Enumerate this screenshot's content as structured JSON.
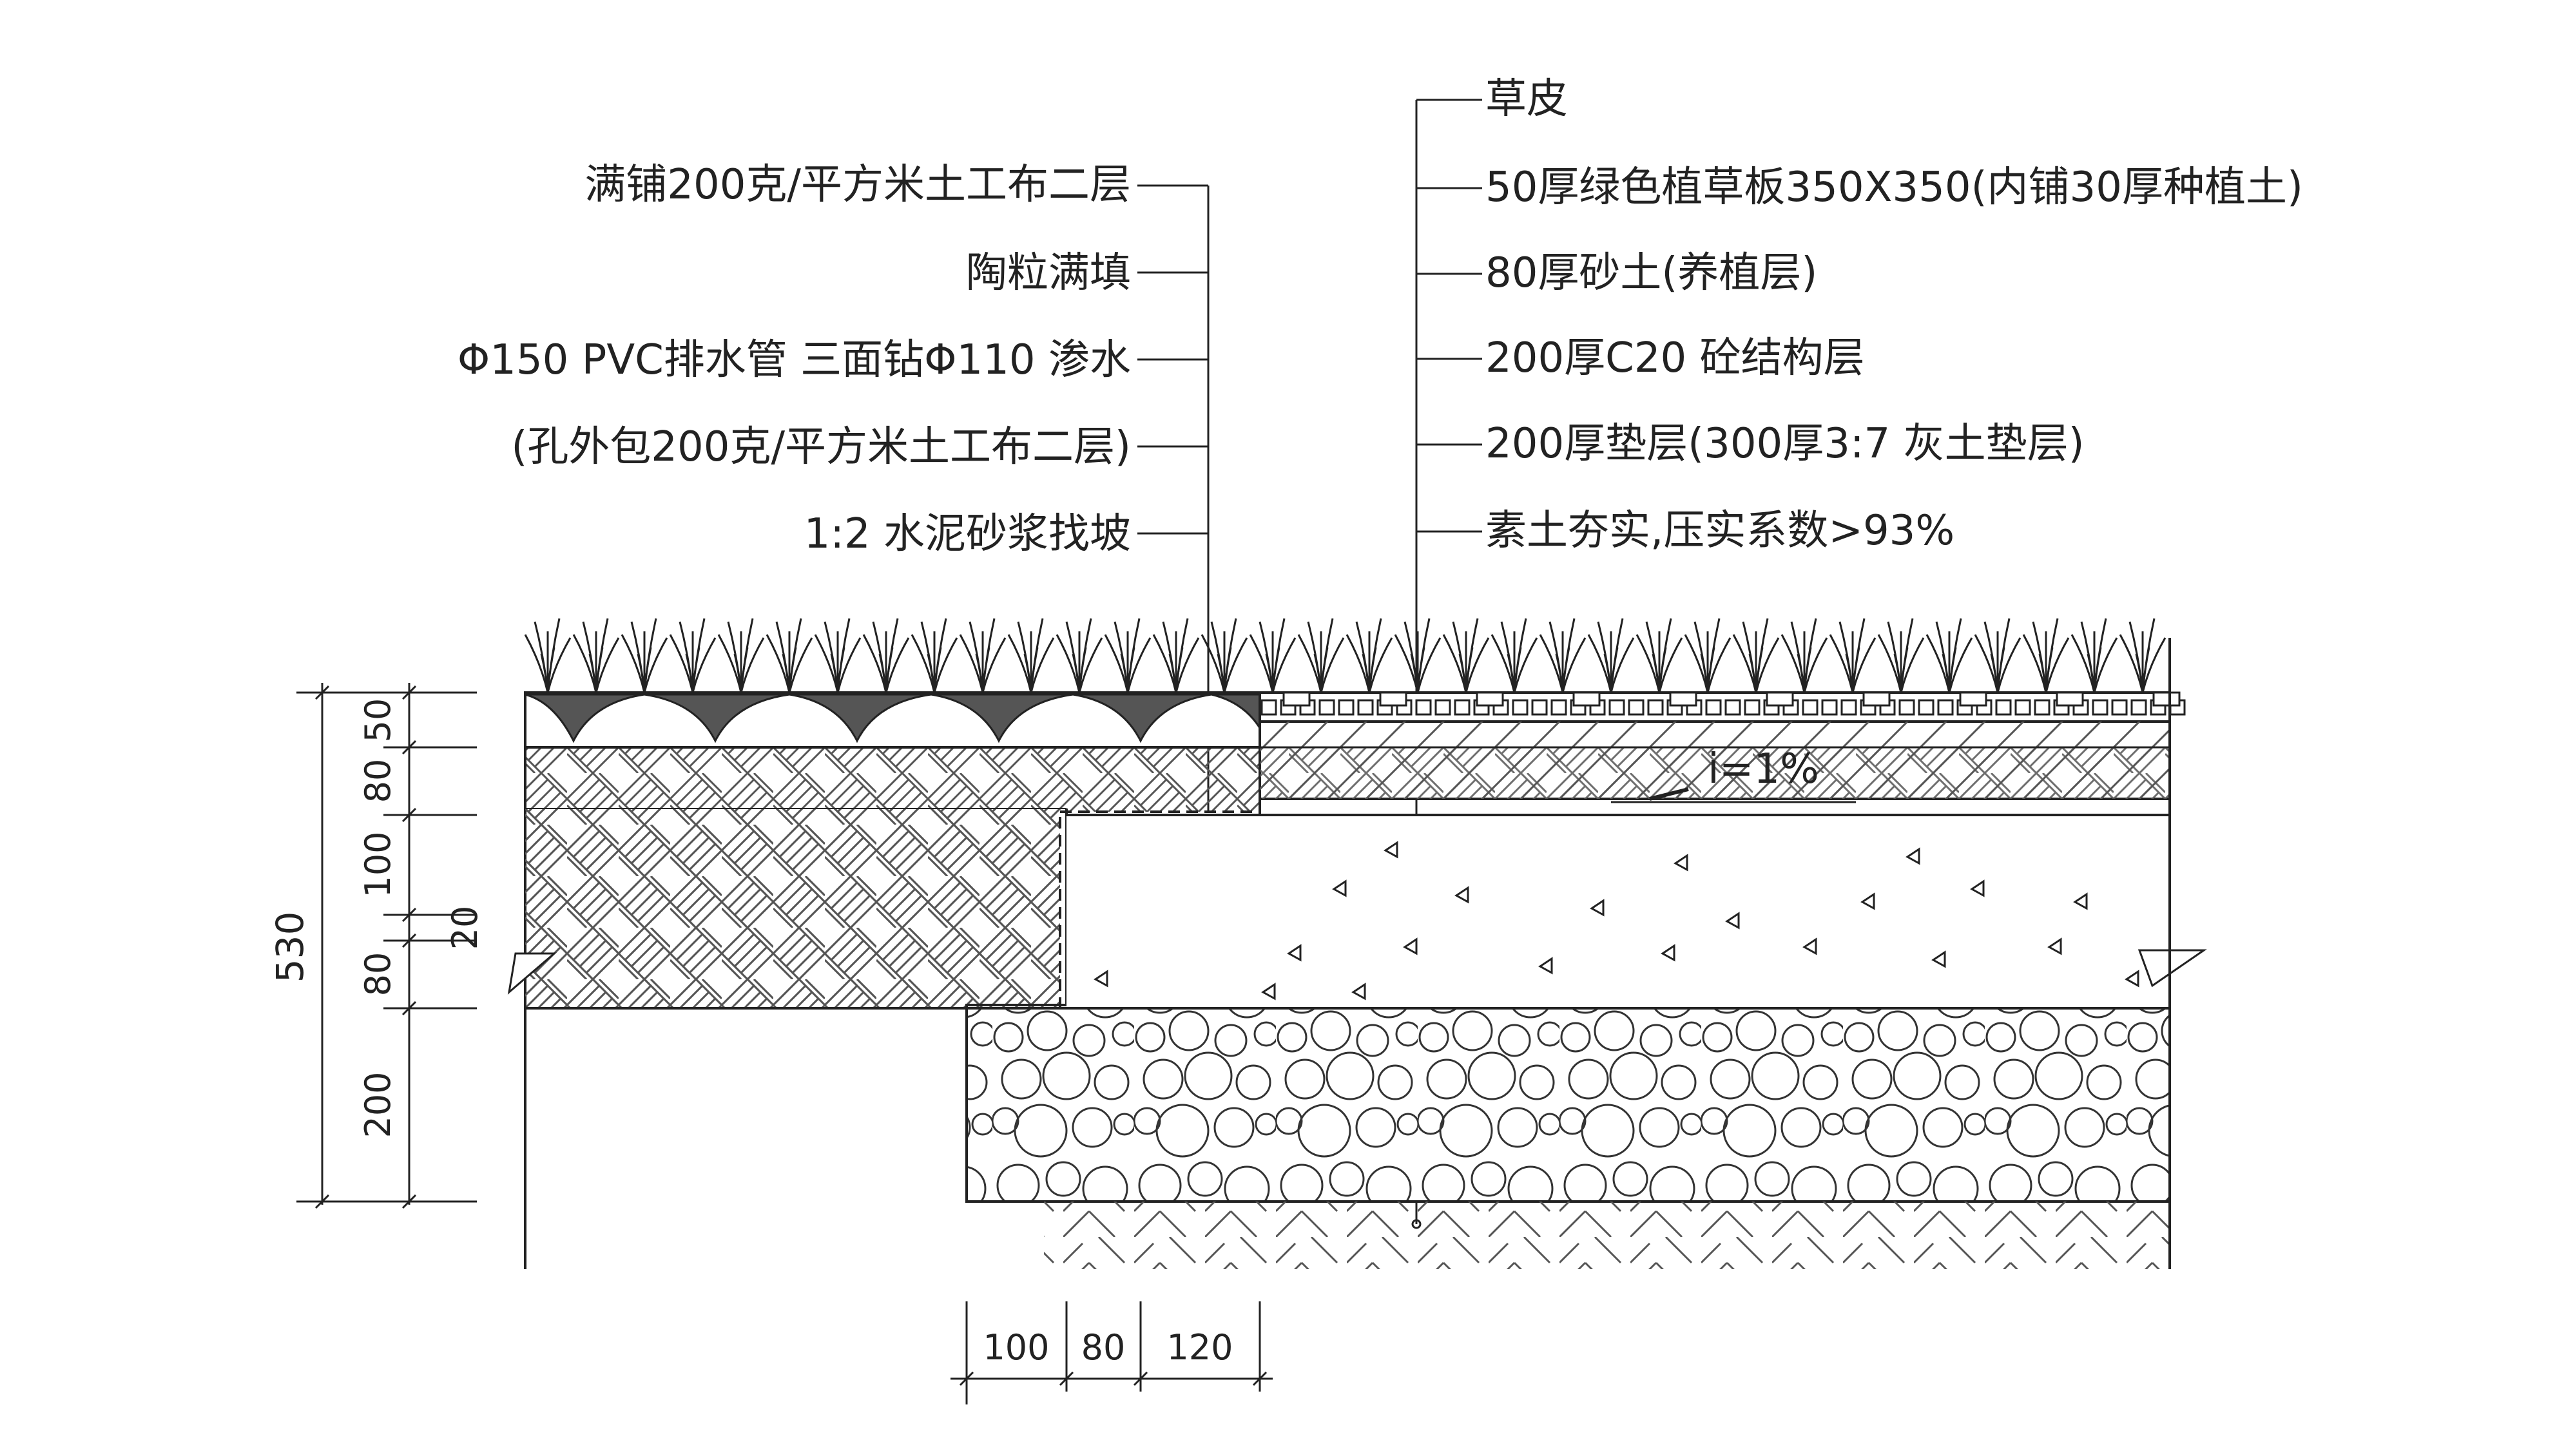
{
  "labels_left": [
    "满铺200克/平方米土工布二层",
    "陶粒满填",
    "Φ150 PVC排水管  三面钻Φ110 渗水",
    "(孔外包200克/平方米土工布二层)",
    "1:2 水泥砂浆找坡"
  ],
  "labels_right": [
    "草皮",
    "50厚绿色植草板350X350(内铺30厚种植土)",
    "80厚砂土(养植层)",
    "200厚C20 砼结构层",
    "200厚垫层(300厚3:7 灰土垫层)",
    "素土夯实,压实系数>93%"
  ],
  "slope_label": "i=1%",
  "dims_vertical": [
    "50",
    "80",
    "100",
    "20",
    "80",
    "200"
  ],
  "dim_total": "530",
  "dims_bottom": [
    "100",
    "80",
    "120"
  ]
}
